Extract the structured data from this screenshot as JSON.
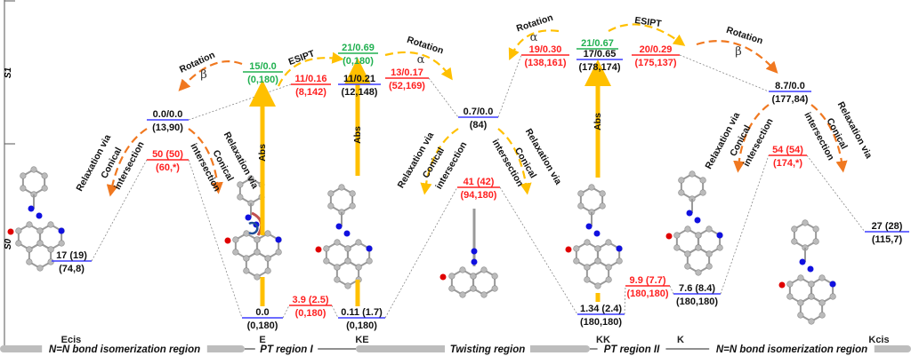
{
  "axis": {
    "s1_label": "S1",
    "s0_label": "S0"
  },
  "colors": {
    "minimum": "#3b3bff",
    "transition": "#ff2020",
    "franck_condon": "#20b050",
    "abs": "#ffc000",
    "orange": "#f07820",
    "text": "#111111"
  },
  "levels": [
    {
      "id": "ecis-s1",
      "kind": "minimum",
      "top": "0.0/0.0",
      "bottom": "(13,90)"
    },
    {
      "id": "e-s1-fc",
      "kind": "franck_condon",
      "top": "15/0.0",
      "bottom": "(0,180)"
    },
    {
      "id": "ts-e-ke-s1",
      "kind": "transition",
      "top": "11/0.16",
      "bottom": "(8,142)"
    },
    {
      "id": "ke-s1",
      "kind": "minimum",
      "top": "11/0.21",
      "bottom": "(12,148)"
    },
    {
      "id": "ke-s1-fc",
      "kind": "franck_condon",
      "top": "21/0.69",
      "bottom": "(0,180)"
    },
    {
      "id": "ts-ke-twist-s1",
      "kind": "transition",
      "top": "13/0.17",
      "bottom": "(52,169)"
    },
    {
      "id": "twist-s1",
      "kind": "minimum",
      "top": "0.7/0.0",
      "bottom": "(84)"
    },
    {
      "id": "ts-twist-kk-s1",
      "kind": "transition",
      "top": "19/0.30",
      "bottom": "(138,161)"
    },
    {
      "id": "kk-s1-fc",
      "kind": "franck_condon",
      "top": "21/0.67",
      "bottom": ""
    },
    {
      "id": "kk-s1",
      "kind": "minimum",
      "top": "17/0.65",
      "bottom": "(178,174)"
    },
    {
      "id": "ts-kk-k-s1",
      "kind": "transition",
      "top": "20/0.29",
      "bottom": "(175,137)"
    },
    {
      "id": "k-s1",
      "kind": "minimum",
      "top": "8.7/0.0",
      "bottom": "(177,84)"
    },
    {
      "id": "ecis-s0",
      "kind": "minimum",
      "top": "17 (19)",
      "bottom": "(74,8)"
    },
    {
      "id": "ts-ecis-e-s0",
      "kind": "transition",
      "top": "50 (50)",
      "bottom": "(60,*)"
    },
    {
      "id": "e-s0",
      "kind": "minimum",
      "top": "0.0",
      "bottom": "(0,180)"
    },
    {
      "id": "ts-e-ke-s0",
      "kind": "transition",
      "top": "3.9 (2.5)",
      "bottom": "(0,180)"
    },
    {
      "id": "ke-s0",
      "kind": "minimum",
      "top": "0.11 (1.7)",
      "bottom": "(0,180)"
    },
    {
      "id": "ts-twist-s0",
      "kind": "transition",
      "top": "41 (42)",
      "bottom": "(94,180)"
    },
    {
      "id": "kk-s0",
      "kind": "minimum",
      "top": "1.34 (2.4)",
      "bottom": "(180,180)"
    },
    {
      "id": "ts-kk-k-s0",
      "kind": "transition",
      "top": "9.9 (7.7)",
      "bottom": "(180,180)"
    },
    {
      "id": "k-s0",
      "kind": "minimum",
      "top": "7.6 (8.4)",
      "bottom": "(180,180)"
    },
    {
      "id": "ts-k-kcis-s0",
      "kind": "transition",
      "top": "54 (54)",
      "bottom": "(174,*)"
    },
    {
      "id": "kcis-s0",
      "kind": "minimum",
      "top": "27 (28)",
      "bottom": "(115,7)"
    }
  ],
  "annotations": {
    "rotation": "Rotation",
    "esipt": "ESIPT",
    "abs": "Abs",
    "beta": "β",
    "alpha": "α",
    "relax1": "Relaxation via",
    "relax2": "Conical",
    "relax3": "intersection"
  },
  "states": [
    "Ecis",
    "E",
    "KE",
    "KK",
    "K",
    "Kcis"
  ],
  "regions": [
    "N=N bond isomerization region",
    "PT region I",
    "Twisting region",
    "PT region II",
    "N=N bond isomerization region"
  ]
}
